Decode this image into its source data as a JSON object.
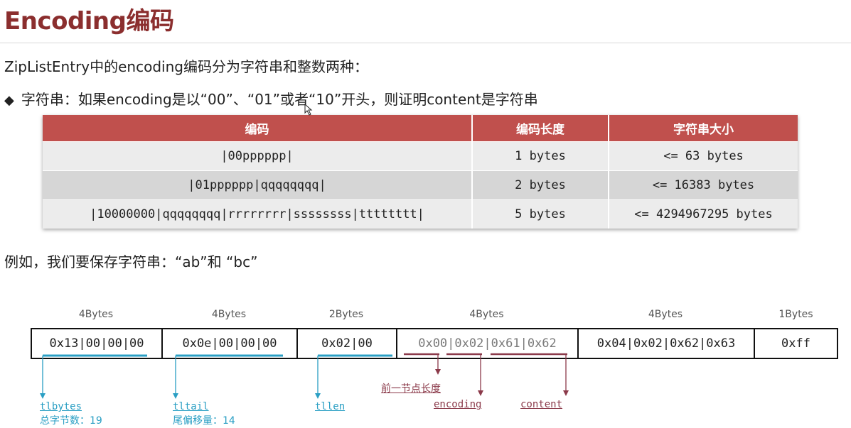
{
  "title": "Encoding编码",
  "intro": "ZipListEntry中的encoding编码分为字符串和整数两种：",
  "bullet": "字符串：如果encoding是以“00”、“01”或者“10”开头，则证明content是字符串",
  "table": {
    "headers": [
      "编码",
      "编码长度",
      "字符串大小"
    ],
    "rows": [
      [
        "|00pppppp|",
        "1 bytes",
        "<= 63 bytes"
      ],
      [
        "|01pppppp|qqqqqqqq|",
        "2 bytes",
        "<= 16383 bytes"
      ],
      [
        "|10000000|qqqqqqqq|rrrrrrrr|ssssssss|tttttttt|",
        "5 bytes",
        "<= 4294967295 bytes"
      ]
    ]
  },
  "example": "例如，我们要保存字符串：“ab”和 “bc”",
  "segments": [
    {
      "size": "4Bytes",
      "value": "0x13|00|00|00"
    },
    {
      "size": "4Bytes",
      "value": "0x0e|00|00|00"
    },
    {
      "size": "2Bytes",
      "value": "0x02|00"
    },
    {
      "size": "4Bytes",
      "parts": [
        "0x00",
        "|",
        "0x02",
        "|",
        "0x61",
        "|",
        "0x62"
      ]
    },
    {
      "size": "4Bytes",
      "value": "0x04|0x02|0x62|0x63"
    },
    {
      "size": "1Bytes",
      "value": "0xff"
    }
  ],
  "annotations": {
    "tlbytes": "tlbytes",
    "tlbytes_desc": "总字节数：19",
    "tltail": "tltail",
    "tltail_desc": "尾偏移量：14",
    "tllen": "tllen",
    "prev_len": "前一节点长度",
    "encoding": "encoding",
    "content": "content"
  },
  "colors": {
    "title": "#8b2e2e",
    "table_header": "#c0504d",
    "blue": "#2a9fc4",
    "red": "#8b3a4a"
  }
}
